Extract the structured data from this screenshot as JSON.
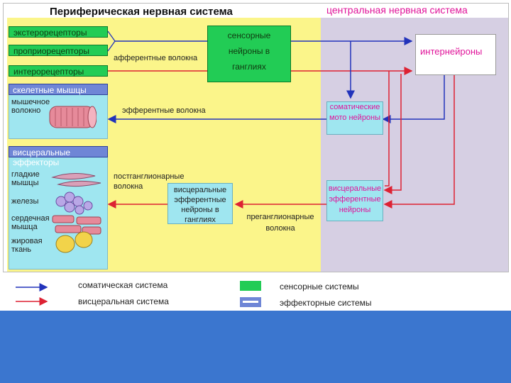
{
  "header": {
    "peripheral": "Периферическая нервная система",
    "central": "центральная нервная система"
  },
  "receptors": [
    "экстерорецепторы",
    "проприорецепторы",
    "интерорецепторы"
  ],
  "sensory_neurons": "сенсорные нейроны в ганглиях",
  "afferent_fibers": "афферентные волокна",
  "interneurons": "интернейроны",
  "skeletal": {
    "title": "скелетные мышцы",
    "item": "мышечное волокно"
  },
  "efferent_fibers": "эфферентные волокна",
  "somatic_motor": "соматические мото нейроны",
  "visceral_effectors": {
    "title": "висцеральные эффекторы",
    "items": [
      "гладкие мышцы",
      "железы",
      "сердечная мышца",
      "жировая ткань"
    ]
  },
  "postganglionic": "постганглионарные волокна",
  "visceral_ganglia": "висцеральные эфферентные нейроны в ганглиях",
  "preganglionic": "преганглионарные волокна",
  "visceral_cns": "висцеральные эфферентные нейроны",
  "legend": {
    "somatic": "соматическая система",
    "visceral": "висцеральная система",
    "sensory": "сенсорные системы",
    "effector": "эффекторные системы"
  },
  "colors": {
    "somatic": "#2233bb",
    "visceral": "#dd2233",
    "sensory": "#22cc55",
    "effector": "#6f86d6"
  }
}
